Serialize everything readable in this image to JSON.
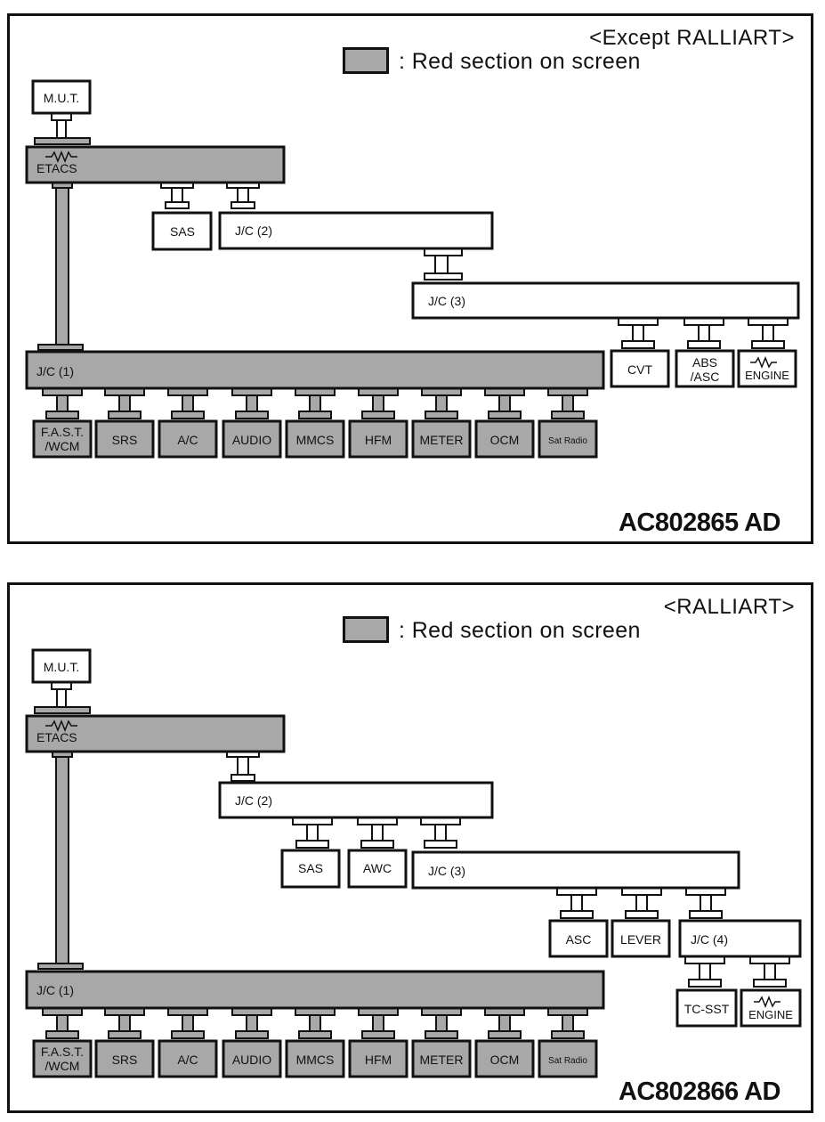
{
  "legend": {
    "red_section_label": ": Red section on screen",
    "red_section_color": "#a8a8a8"
  },
  "diagrams": [
    {
      "variant": "<Except RALLIART>",
      "figure_code": "AC802865 AD",
      "nodes": {
        "mut": "M.U.T.",
        "etacs": "ETACS",
        "sas": "SAS",
        "jc2": "J/C (2)",
        "jc3": "J/C (3)",
        "jc1": "J/C (1)",
        "cvt": "CVT",
        "abs_asc": [
          "ABS",
          "/ASC"
        ],
        "engine": "ENGINE",
        "fast_wcm": [
          "F.A.S.T.",
          "/WCM"
        ],
        "srs": "SRS",
        "ac": "A/C",
        "audio": "AUDIO",
        "mmcs": "MMCS",
        "hfm": "HFM",
        "meter": "METER",
        "ocm": "OCM",
        "sat_radio": "Sat Radio"
      }
    },
    {
      "variant": "<RALLIART>",
      "figure_code": "AC802866 AD",
      "nodes": {
        "mut": "M.U.T.",
        "etacs": "ETACS",
        "jc2": "J/C (2)",
        "sas": "SAS",
        "awc": "AWC",
        "jc3": "J/C (3)",
        "asc": "ASC",
        "lever": "LEVER",
        "jc4": "J/C (4)",
        "tcsst": "TC-SST",
        "engine": "ENGINE",
        "jc1": "J/C (1)",
        "fast_wcm": [
          "F.A.S.T.",
          "/WCM"
        ],
        "srs": "SRS",
        "ac": "A/C",
        "audio": "AUDIO",
        "mmcs": "MMCS",
        "hfm": "HFM",
        "meter": "METER",
        "ocm": "OCM",
        "sat_radio": "Sat Radio"
      }
    }
  ]
}
